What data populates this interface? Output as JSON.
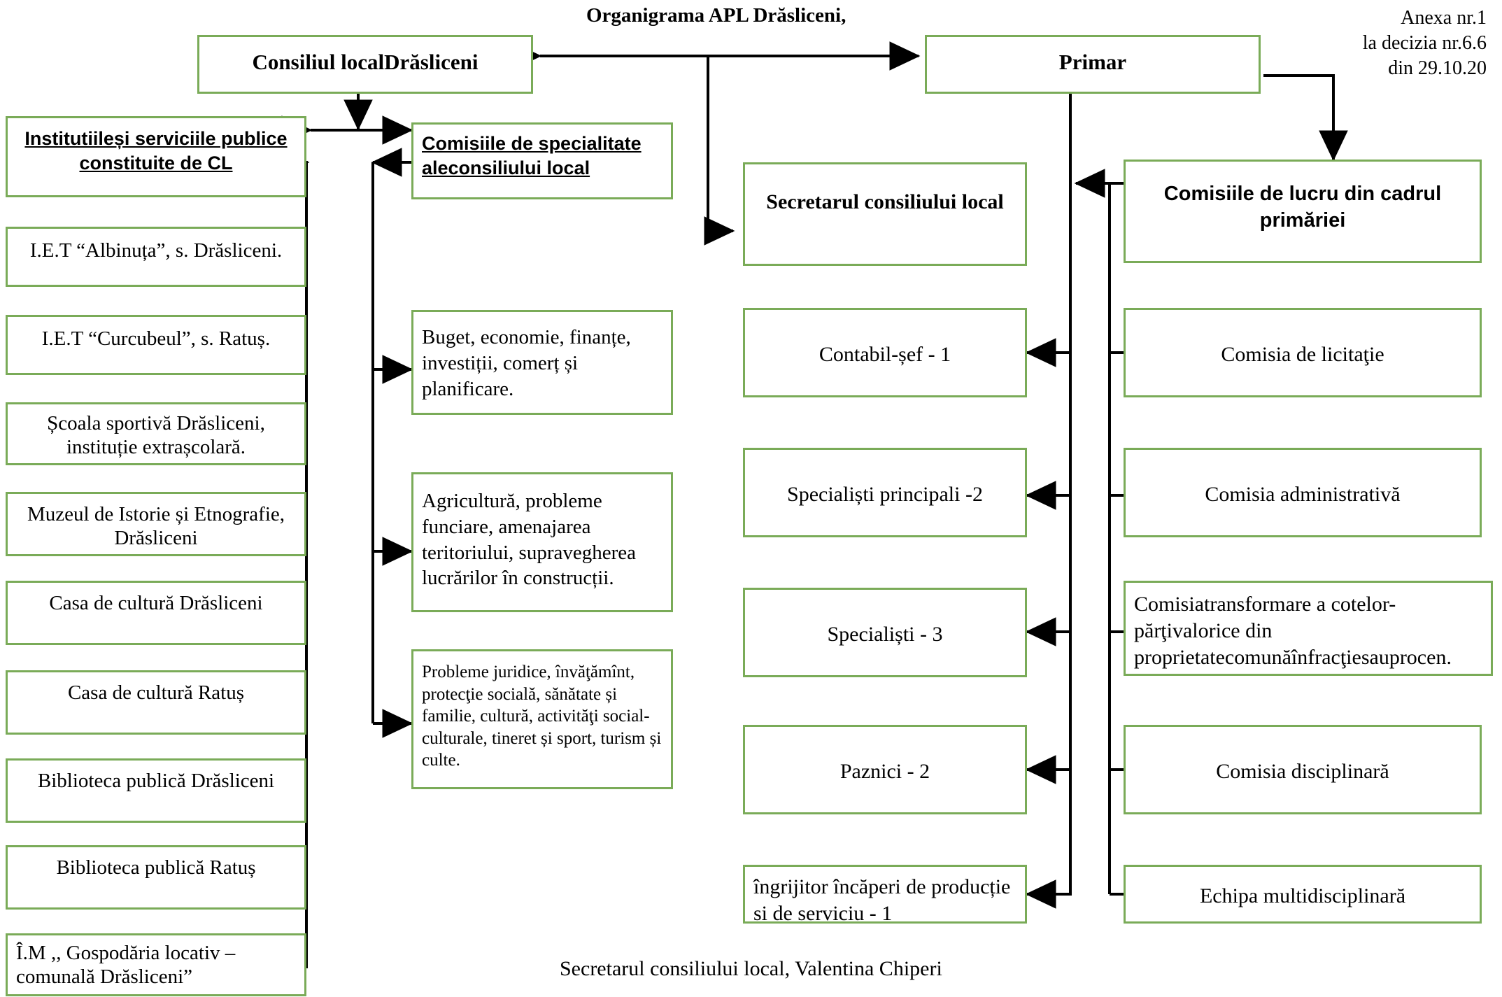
{
  "title": "Organigrama APL Drăsliceni,",
  "annex": {
    "line1": "Anexa nr.1",
    "line2": "la decizia nr.6.6",
    "line3": "din 29.10.20"
  },
  "footer": "Secretarul consiliului local, Valentina Chiperi",
  "colors": {
    "box_border": "#7aab58",
    "connector": "#000000",
    "text": "#000000",
    "background": "#ffffff"
  },
  "top": {
    "council": "Consiliul localDrăsliceni",
    "mayor": "Primar"
  },
  "col1": {
    "header": "Institutiileși serviciile publice constituite de CL",
    "items": [
      "I.E.T “Albinuța”, s. Drăsliceni.",
      "I.E.T “Curcubeul”, s. Ratuș.",
      "Școala sportivă Drăsliceni, instituție extrașcolară.",
      "Muzeul de Istorie și Etnografie, Drăsliceni",
      "Casa de cultură Drăsliceni",
      "Casa de cultură Ratuș",
      "Biblioteca publică Drăsliceni",
      "Biblioteca publică Ratuș",
      "Î.M ,, Gospodăria locativ – comunală Drăsliceni”"
    ]
  },
  "col2": {
    "header": "Comisiile de specialitate aleconsiliului local",
    "items": [
      "Buget, economie, finanțe, investiții, comerț și planificare.",
      "Agricultură, probleme funciare, amenajarea teritoriului, supravegherea lucrărilor în construcții.",
      "Probleme juridice, învăţămînt, protecţie socială, sănătate și familie, cultură, activităţi social-culturale, tineret și sport, turism și culte."
    ]
  },
  "col3": {
    "header": "Secretarul consiliului local",
    "items": [
      "Contabil-șef -  1",
      "Specialiști principali  -2",
      "Specialiști - 3",
      "Paznici - 2",
      "îngrijitor încăperi de producție si de serviciu -  1"
    ]
  },
  "col4": {
    "header": "Comisiile de lucru din cadrul primăriei",
    "items": [
      "Comisia de licitaţie",
      "Comisia administrativă",
      "Comisiatransformare a cotelor-părţivalorice din proprietatecomunăînfracţiesauprocen.",
      "Comisia disciplinară",
      "Echipa multidisciplinară"
    ]
  },
  "chart_data": {
    "type": "diagram",
    "diagram_kind": "organizational-chart",
    "nodes": [
      {
        "id": "council",
        "label": "Consiliul localDrăsliceni",
        "level": 0
      },
      {
        "id": "mayor",
        "label": "Primar",
        "level": 0
      },
      {
        "id": "institutions",
        "label": "Institutiileși serviciile publice constituite de CL",
        "level": 1
      },
      {
        "id": "specialty",
        "label": "Comisiile de specialitate aleconsiliului local",
        "level": 1
      },
      {
        "id": "secretary",
        "label": "Secretarul consiliului local",
        "level": 1
      },
      {
        "id": "workgroups",
        "label": "Comisiile de lucru din cadrul primăriei",
        "level": 1
      }
    ],
    "edges": [
      {
        "from": "council",
        "to": "mayor",
        "style": "double-arrow"
      },
      {
        "from": "council",
        "to": "institutions",
        "style": "double-arrow"
      },
      {
        "from": "council",
        "to": "specialty",
        "style": "double-arrow"
      },
      {
        "from": "mayor",
        "to": "secretary",
        "style": "arrow"
      },
      {
        "from": "mayor",
        "to": "workgroups",
        "style": "arrow"
      },
      {
        "from": "institutions",
        "to": "col1-items",
        "style": "arrow"
      },
      {
        "from": "specialty",
        "to": "col2-items",
        "style": "arrow"
      },
      {
        "from": "secretary",
        "to": "col3-items",
        "style": "arrow"
      },
      {
        "from": "workgroups",
        "to": "col4-items",
        "style": "arrow"
      }
    ]
  }
}
